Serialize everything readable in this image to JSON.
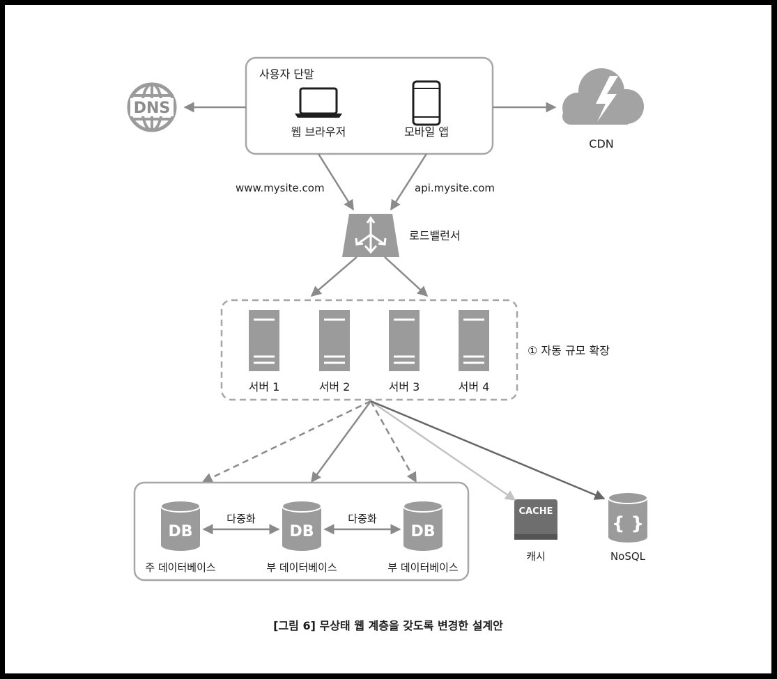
{
  "client_box": {
    "title": "사용자 단말"
  },
  "web_browser": {
    "label": "웹 브라우저"
  },
  "mobile_app": {
    "label": "모바일 앱"
  },
  "dns": {
    "text": "DNS"
  },
  "cdn": {
    "label": "CDN"
  },
  "links": {
    "web_url": "www.mysite.com",
    "api_url": "api.mysite.com"
  },
  "load_balancer": {
    "label": "로드밸런서"
  },
  "auto_scaling": {
    "label": "① 자동 규모 확장"
  },
  "servers": [
    {
      "label": "서버 1"
    },
    {
      "label": "서버 2"
    },
    {
      "label": "서버 3"
    },
    {
      "label": "서버 4"
    }
  ],
  "databases": [
    {
      "icon_text": "DB",
      "label": "주 데이터베이스"
    },
    {
      "icon_text": "DB",
      "label": "부 데이터베이스"
    },
    {
      "icon_text": "DB",
      "label": "부 데이터베이스"
    }
  ],
  "replication": {
    "label_1": "다중화",
    "label_2": "다중화"
  },
  "cache": {
    "icon_text": "CACHE",
    "label": "캐시"
  },
  "nosql": {
    "icon_text": "{ }",
    "label": "NoSQL"
  },
  "caption": "[그림 6] 무상태 웹 계층을 갖도록 변경한 설계안",
  "colors": {
    "icon_gray": "#9b9b9b",
    "dark_gray": "#6e6e6e",
    "line_gray": "#8a8a8a",
    "light_line": "#c2c2c2",
    "box_border": "#a6a6a6"
  }
}
